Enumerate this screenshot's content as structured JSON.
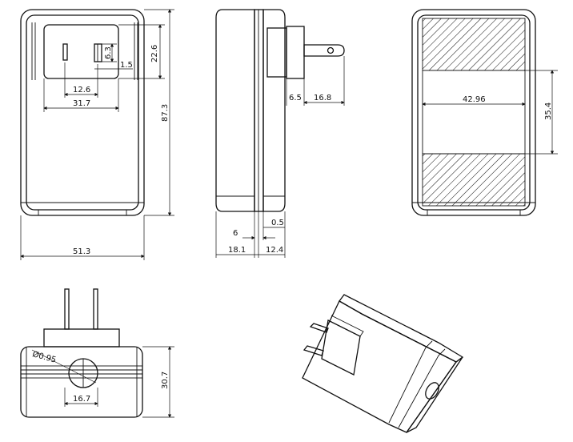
{
  "front_view": {
    "width": "51.3",
    "height": "87.3",
    "plug_block_width": "31.7",
    "pin_spacing": "12.6",
    "pin_slot_height": "6.3",
    "pin_slot_gap": "1.5",
    "plug_block_height": "22.6"
  },
  "side_view": {
    "pin_length": "16.8",
    "pin_offset": "6.5",
    "depth_a": "18.1",
    "depth_b": "12.4",
    "groove_a": "6",
    "groove_b": "0.5"
  },
  "back_view": {
    "label_area_width": "42.96",
    "label_area_height": "35.4"
  },
  "bottom_view": {
    "hole_diameter": "Ø0.95",
    "hole_spacing": "16.7",
    "height": "30.7"
  }
}
